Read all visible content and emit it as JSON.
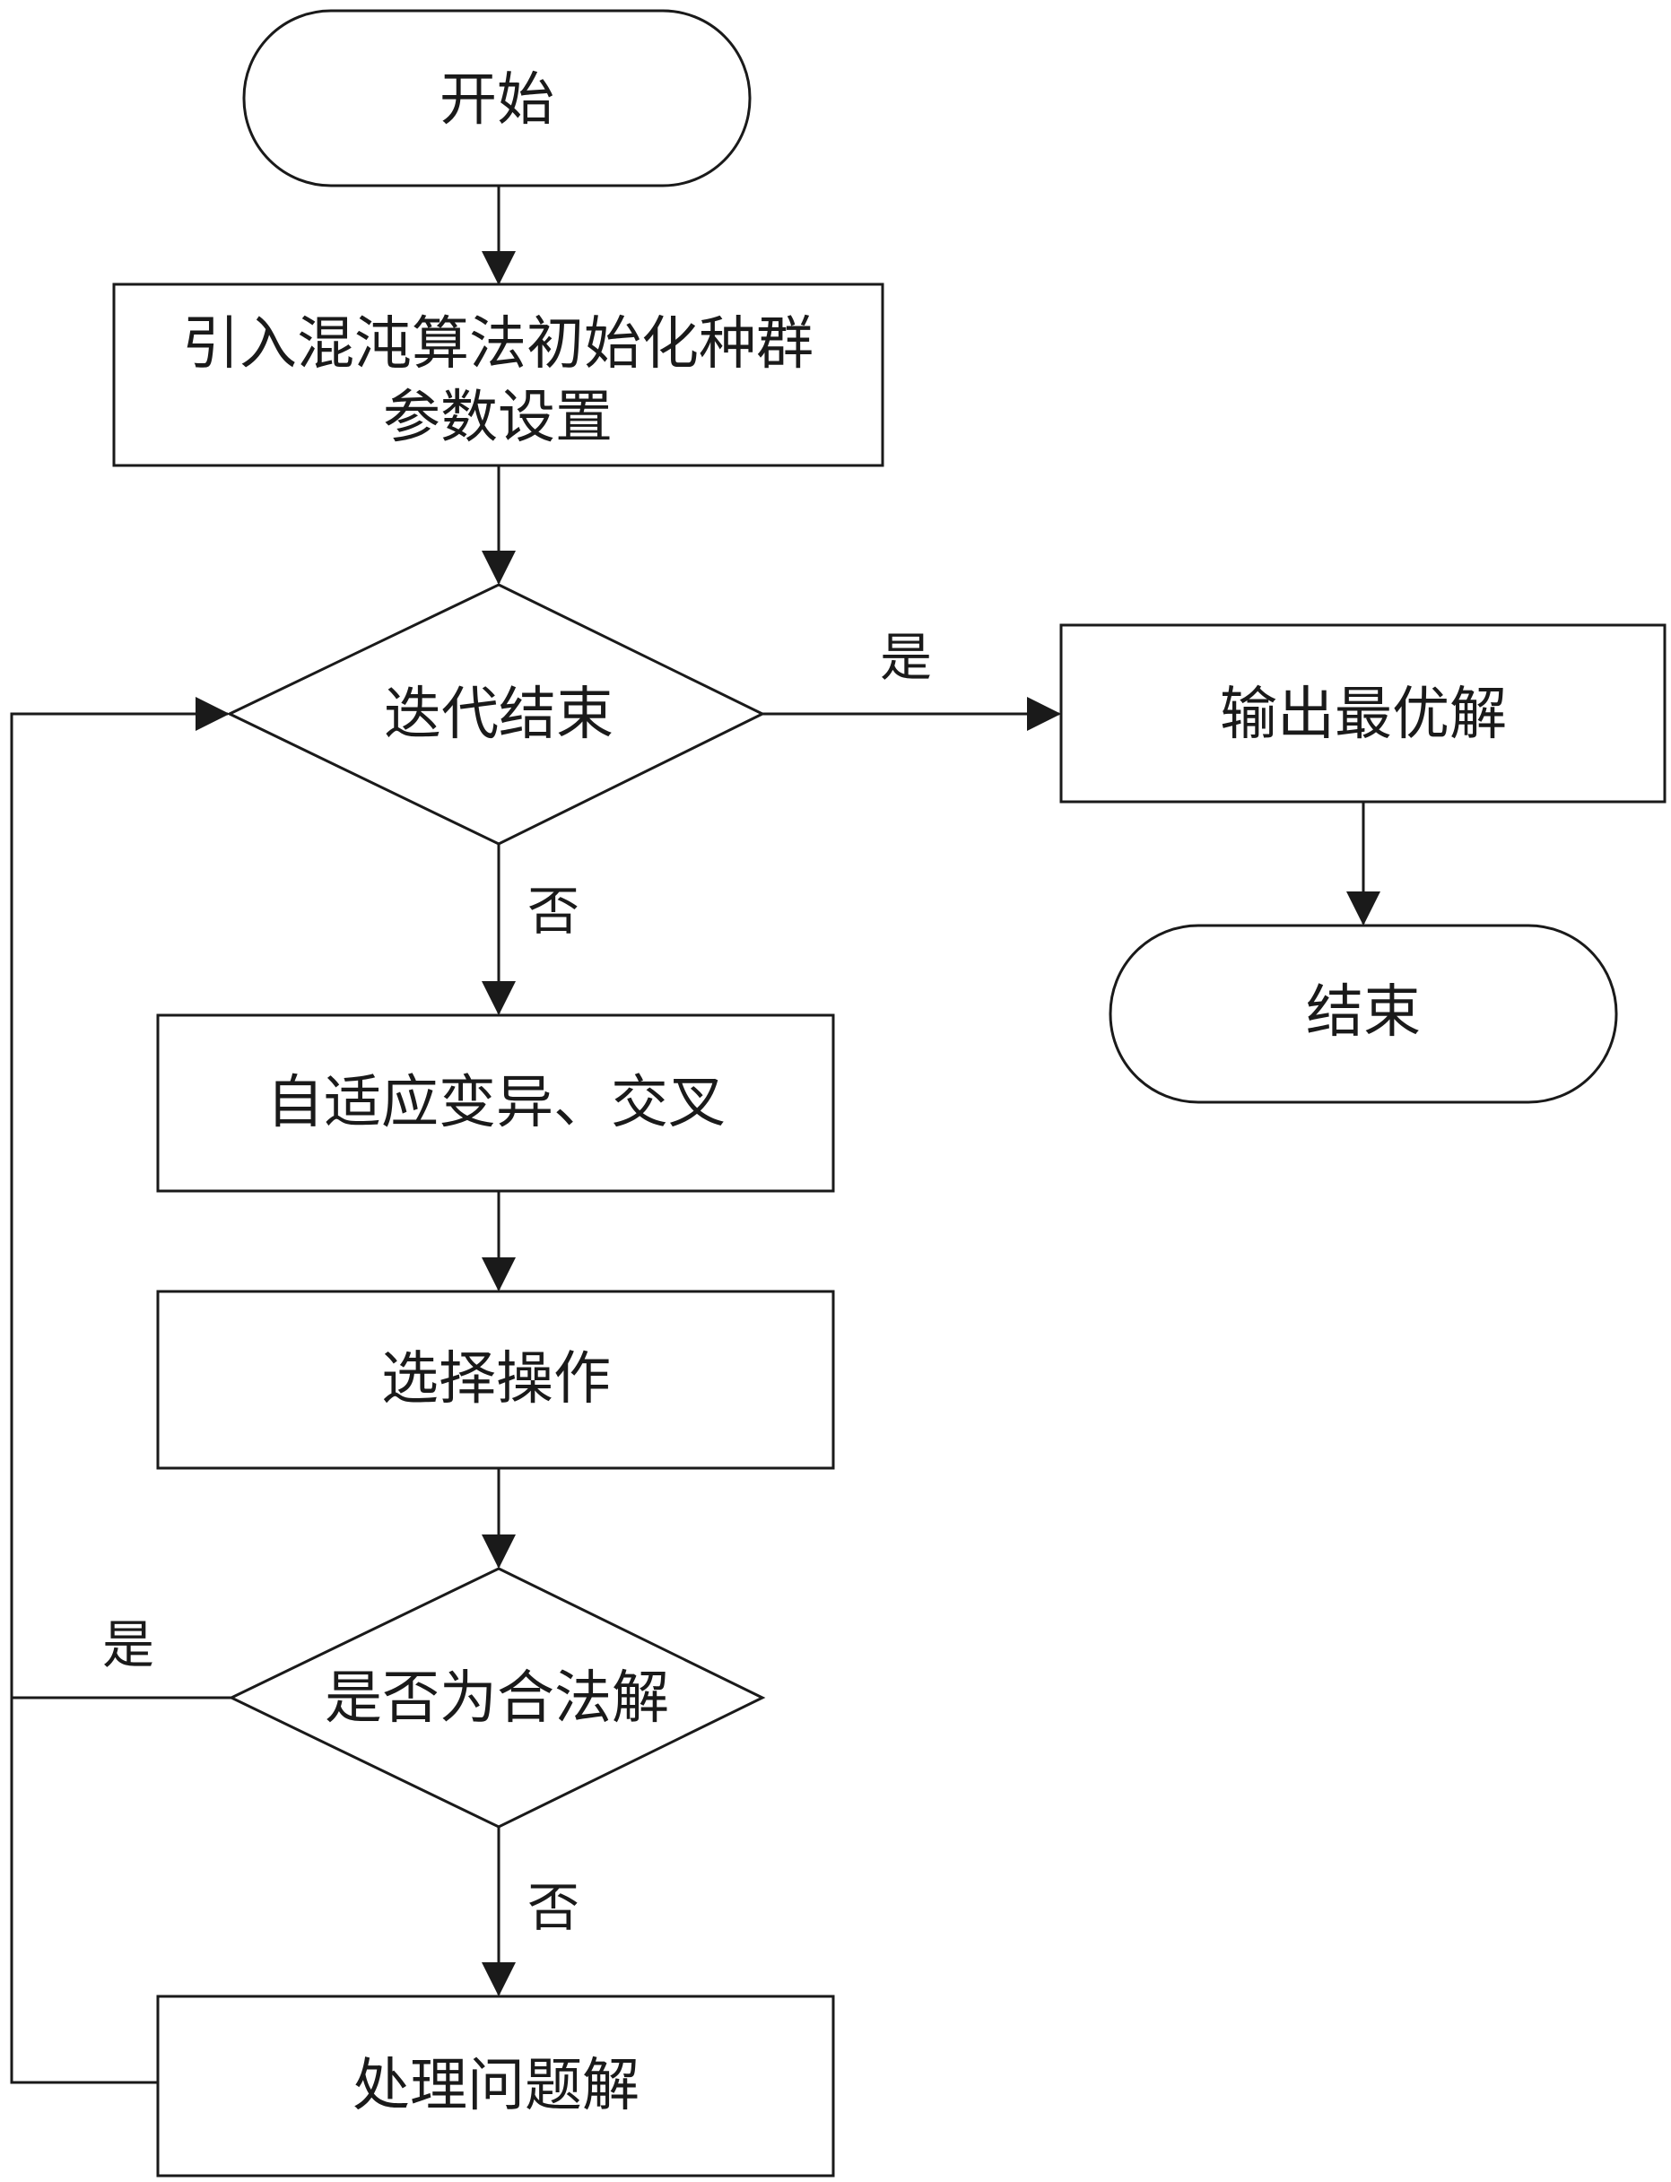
{
  "diagram": {
    "type": "flowchart",
    "nodes": {
      "start": {
        "shape": "terminal",
        "label": "开始"
      },
      "init": {
        "shape": "process",
        "label_line1": "引入混沌算法初始化种群",
        "label_line2": "参数设置"
      },
      "iter_end": {
        "shape": "decision",
        "label": "迭代结束"
      },
      "output": {
        "shape": "process",
        "label": "输出最优解"
      },
      "end": {
        "shape": "terminal",
        "label": "结束"
      },
      "mutate": {
        "shape": "process",
        "label": "自适应变异、交叉"
      },
      "select": {
        "shape": "process",
        "label": "选择操作"
      },
      "legal": {
        "shape": "decision",
        "label": "是否为合法解"
      },
      "handle": {
        "shape": "process",
        "label": "处理问题解"
      }
    },
    "edges": {
      "iter_yes": "是",
      "iter_no": "否",
      "legal_yes": "是",
      "legal_no": "否"
    },
    "colors": {
      "stroke": "#1a1a1a",
      "fill": "#ffffff",
      "text": "#1a1a1a"
    }
  }
}
